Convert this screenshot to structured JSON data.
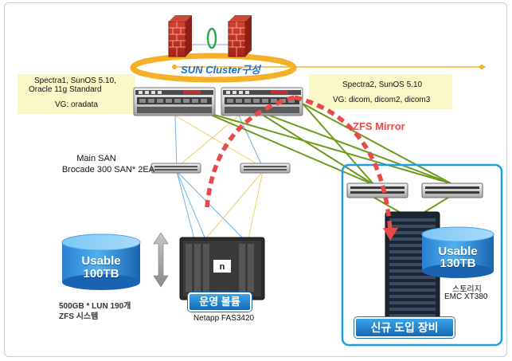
{
  "cluster_label": "SUN Cluster구성",
  "server1": {
    "line1": "Spectra1, SunOS 5.10,",
    "line2": "Oracle 11g Standard",
    "vg": "VG: oradata"
  },
  "server2": {
    "line1": "Spectra2, SunOS 5.10",
    "vg": "VG: dicom, dicom2, dicom3"
  },
  "zfs_mirror": "ZFS Mirror",
  "san": {
    "line1": "Main SAN",
    "line2": "Brocade 300 SAN* 2EA"
  },
  "old_storage": {
    "usable_line1": "Usable",
    "usable_line2": "100TB",
    "lun_line1": "500GB * LUN 190개",
    "lun_line2": "ZFS 시스템",
    "pill": "운영 볼륨",
    "model": "Netapp FAS3420"
  },
  "new_storage": {
    "usable_line1": "Usable",
    "usable_line2": "130TB",
    "name_line1": "스토리지",
    "name_line2": "EMC XT380",
    "pill": "신규 도입 장비"
  },
  "colors": {
    "cluster_orange": "#f5b028",
    "mirror_red": "#e84a4a",
    "cyan_frame": "#1aa0dc",
    "yellow_box": "#faf7c8",
    "olive_link": "#6b9a1c",
    "blue_link": "#6fb1e2",
    "yellow_link": "#f0d060"
  },
  "icons": [
    "firewall-icon",
    "cluster-ring-icon",
    "server-icon",
    "san-switch-icon",
    "cylinder-icon",
    "storage-array-icon",
    "double-arrow-icon",
    "mirror-arrow-icon"
  ]
}
